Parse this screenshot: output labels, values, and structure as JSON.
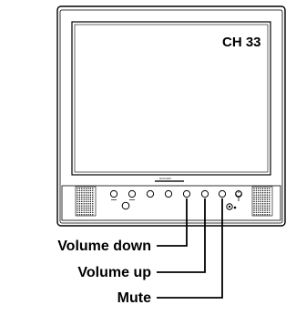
{
  "screen": {
    "channel_text": "CH 33",
    "brand_text": "RANGER"
  },
  "callouts": [
    {
      "label": "Volume down",
      "target": "volume-down-button"
    },
    {
      "label": "Volume up",
      "target": "volume-up-button"
    },
    {
      "label": "Mute",
      "target": "mute-button"
    }
  ],
  "icons": {
    "power": "power-icon",
    "remote_sensor": "remote-sensor-icon",
    "speaker": "speaker-grille-icon"
  }
}
